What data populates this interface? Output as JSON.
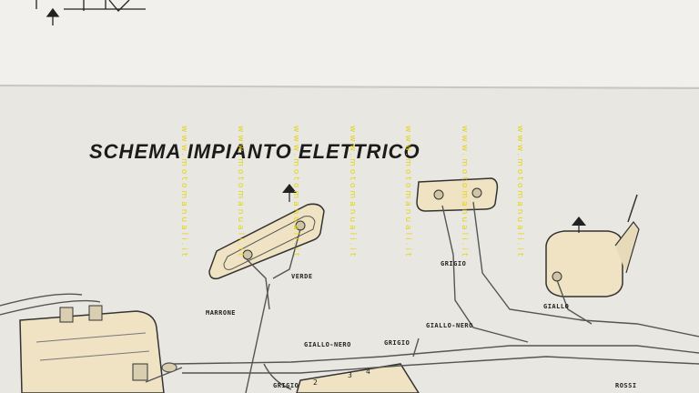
{
  "diagram": {
    "title": "SCHEMA IMPIANTO ELETTRICO",
    "watermark": "www.motomanuali.it",
    "labels": {
      "verde": "VERDE",
      "marrone": "MARRONE",
      "grigio_top": "GRIGIO",
      "giallo_top": "GIALLO",
      "giallo_nero_right": "GIALLO-NERO",
      "giallo_nero_left": "GIALLO-NERO",
      "grigio_mid": "GRIGIO",
      "grigio_bottom": "GRIGIO",
      "rosso": "ROSSI"
    },
    "terminal_numbers": [
      "2",
      "3",
      "4"
    ],
    "colors": {
      "paper": "#e9e7e2",
      "component": "#efe3c4",
      "watermark": "#e3d400",
      "ink": "#222222"
    }
  }
}
